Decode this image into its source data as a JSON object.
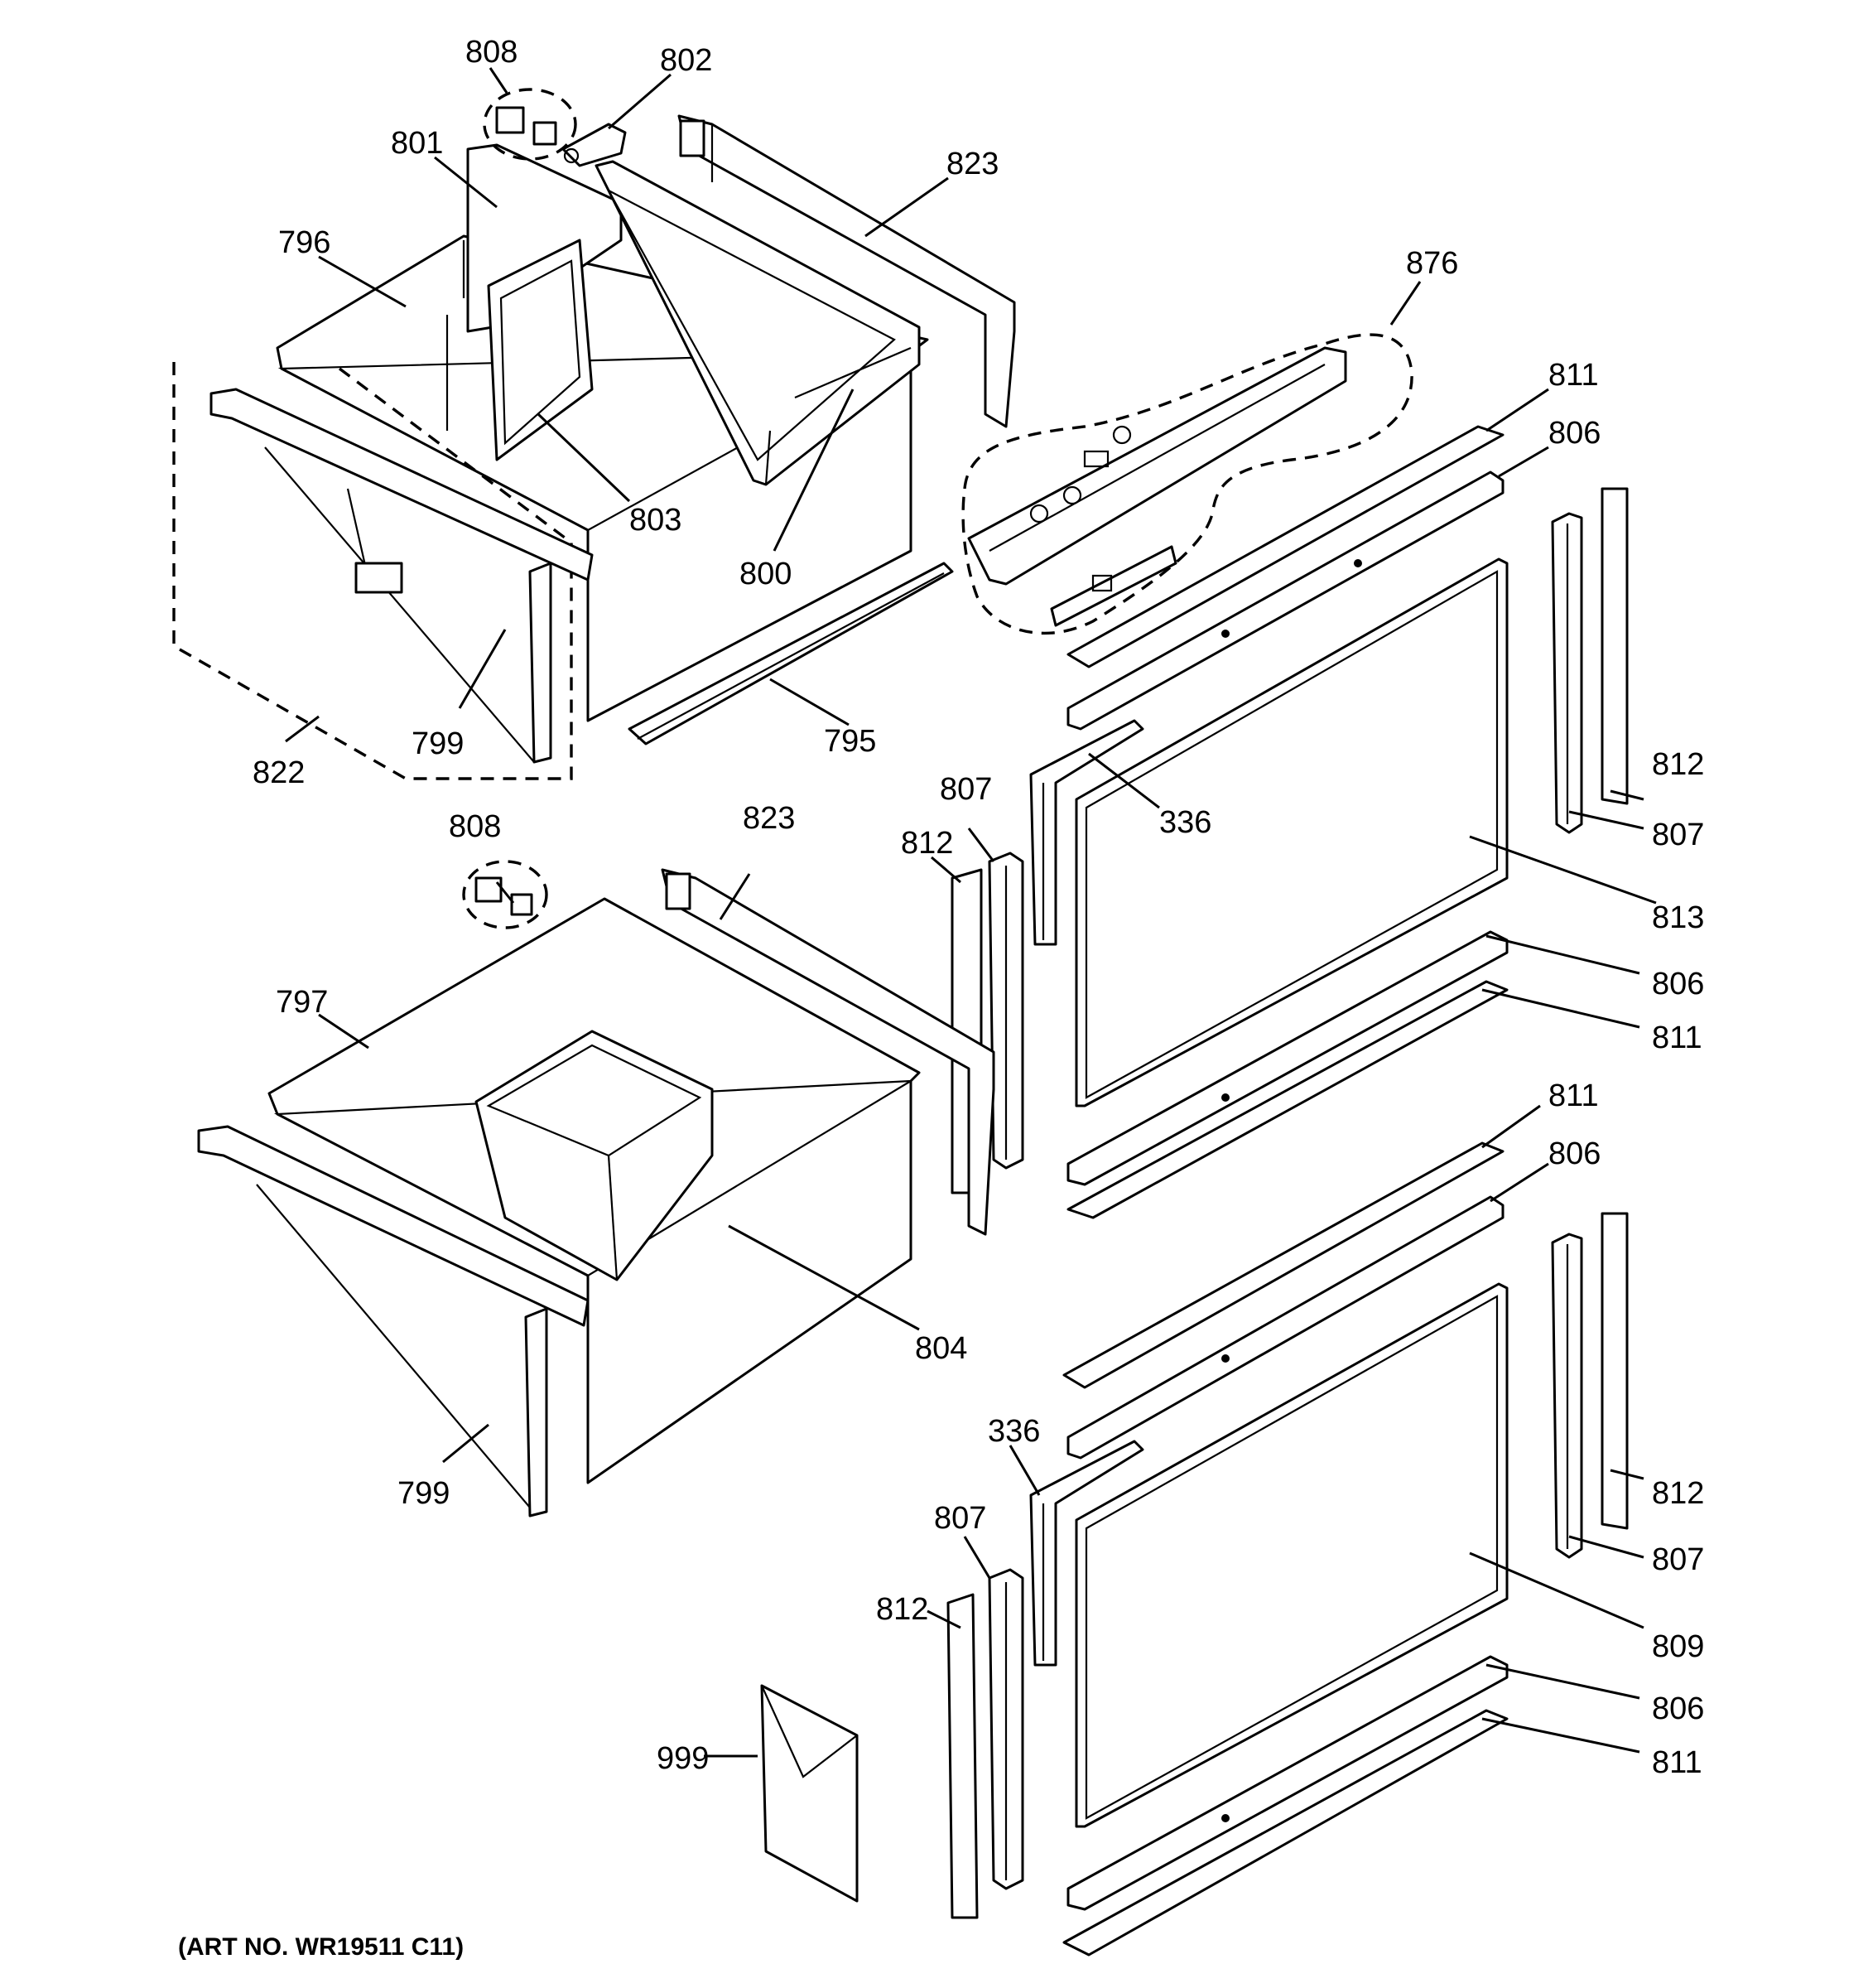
{
  "caption": "(ART NO. WR19511 C11)",
  "labels": {
    "l808a": "808",
    "l802": "802",
    "l801": "801",
    "l823a": "823",
    "l796": "796",
    "l876": "876",
    "l811a": "811",
    "l806a": "806",
    "l803": "803",
    "l800": "800",
    "l795": "795",
    "l799a": "799",
    "l822": "822",
    "l812a": "812",
    "l807a": "807",
    "l336a": "336",
    "l808b": "808",
    "l823b": "823",
    "l807b": "807",
    "l812b": "812",
    "l813": "813",
    "l806b": "806",
    "l811b": "811",
    "l797": "797",
    "l811c": "811",
    "l806c": "806",
    "l804": "804",
    "l336b": "336",
    "l812c": "812",
    "l807c": "807",
    "l799b": "799",
    "l807d": "807",
    "l812d": "812",
    "l809": "809",
    "l806d": "806",
    "l811d": "811",
    "l999": "999"
  }
}
